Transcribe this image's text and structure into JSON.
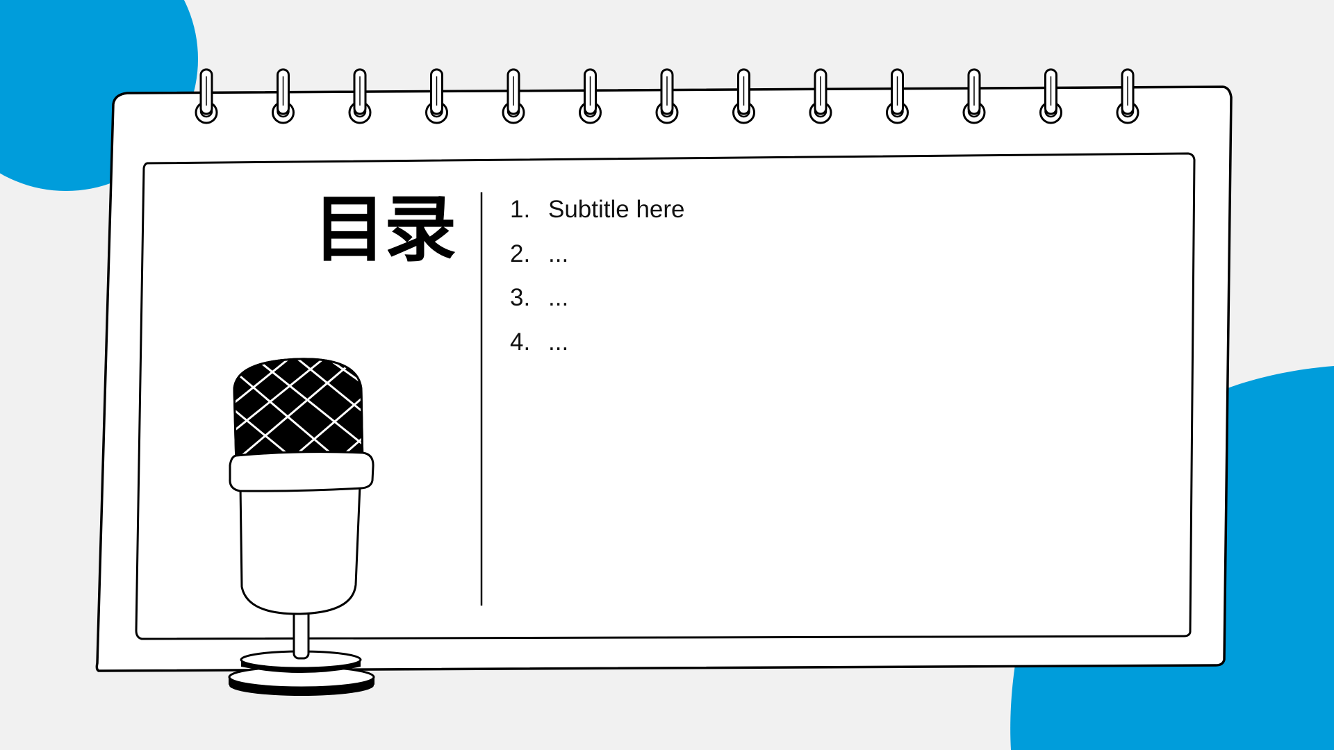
{
  "slide": {
    "title": "目录",
    "items": [
      {
        "number": "1.",
        "text": "Subtitle here"
      },
      {
        "number": "2.",
        "text": "..."
      },
      {
        "number": "3.",
        "text": "..."
      },
      {
        "number": "4.",
        "text": "..."
      }
    ]
  },
  "colors": {
    "background": "#f1f1f1",
    "accent": "#009ddb",
    "ink": "#000000",
    "paper": "#ffffff"
  },
  "icons": [
    "microphone-icon",
    "spiral-binding-ring-icon"
  ]
}
